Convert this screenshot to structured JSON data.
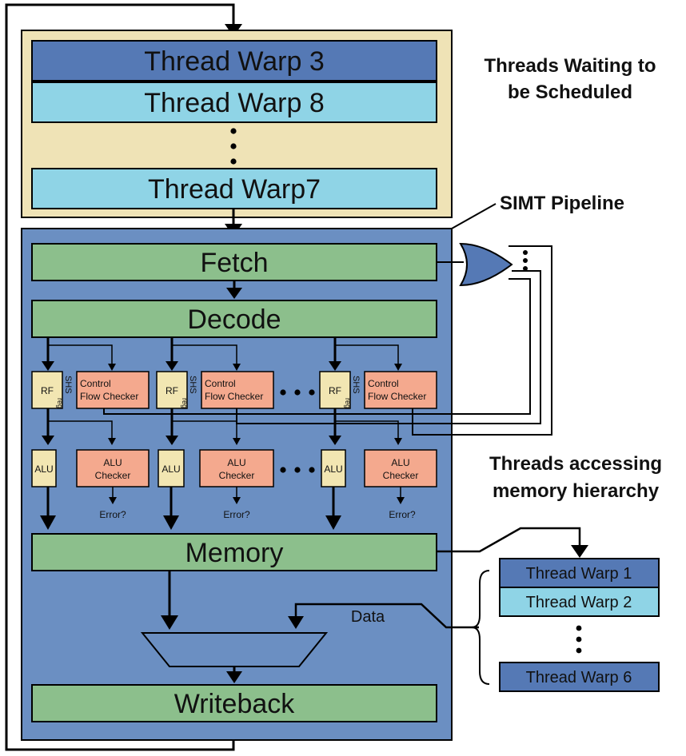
{
  "labels": {
    "waiting_line1": "Threads Waiting to",
    "waiting_line2": "be Scheduled",
    "pipeline": "SIMT Pipeline",
    "accessing_line1": "Threads accessing",
    "accessing_line2": "memory hierarchy",
    "data": "Data"
  },
  "queue_warps": [
    "Thread Warp 3",
    "Thread Warp 8",
    "Thread Warp7"
  ],
  "stages": {
    "fetch": "Fetch",
    "decode": "Decode",
    "memory": "Memory",
    "writeback": "Writeback"
  },
  "lanes": {
    "rf": "RF",
    "shs": "SHS",
    "shs_sub": "reg",
    "cfc_line1": "Control",
    "cfc_line2": "Flow Checker",
    "alu": "ALU",
    "aluc_line1": "ALU",
    "aluc_line2": "Checker",
    "error": "Error?"
  },
  "memory_warps": [
    "Thread Warp 1",
    "Thread Warp 2",
    "Thread Warp 6"
  ],
  "colors": {
    "queue_bg": "#efe3b6",
    "pipeline_bg": "#6b8fc2",
    "stage_green": "#8cbf8c",
    "warp_dark": "#5579b5",
    "warp_light": "#8fd4e6",
    "checker": "#f4a98e",
    "lane_unit": "#f2e6b2"
  }
}
